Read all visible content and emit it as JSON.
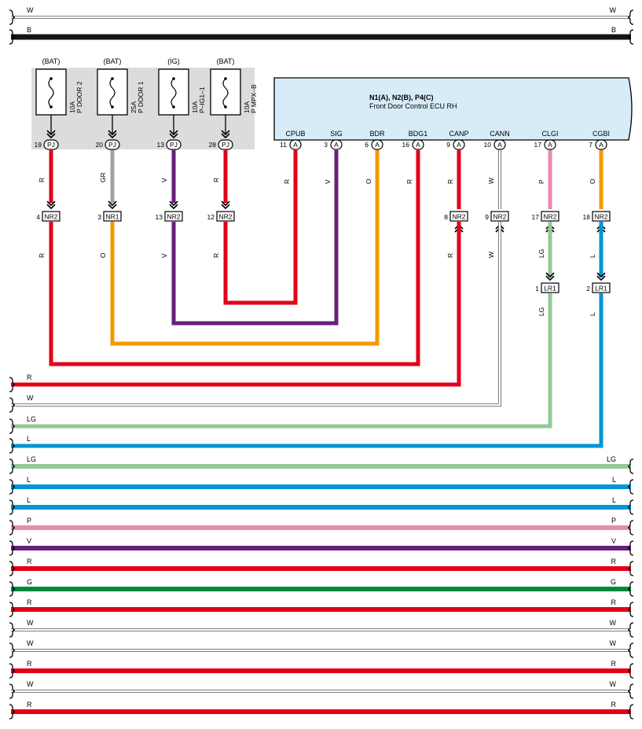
{
  "colors": {
    "R": "#e2001a",
    "GR": "#a0a0a0",
    "V": "#6a1f7a",
    "O": "#f39a00",
    "W": "#ffffff",
    "B": "#141414",
    "LG": "#94c896",
    "L": "#0096d8",
    "P": "#e88ab4",
    "G": "#00883a",
    "fuse_block_bg": "#dcdcdc",
    "ecu_bg": "#d6ecf8"
  },
  "top_bus": [
    {
      "left": "W",
      "right": "W",
      "color": "W"
    },
    {
      "left": "B",
      "right": "B",
      "color": "B"
    }
  ],
  "fuses": [
    {
      "source": "(BAT)",
      "rating": "10A",
      "name": "P DOOR 2",
      "pin": "19",
      "conn": "PJ",
      "wire": "R"
    },
    {
      "source": "(BAT)",
      "rating": "25A",
      "name": "P DOOR 1",
      "pin": "20",
      "conn": "PJ",
      "wire": "GR"
    },
    {
      "source": "(IG)",
      "rating": "10A",
      "name": "P–IG1–1",
      "pin": "13",
      "conn": "PJ",
      "wire": "V"
    },
    {
      "source": "(BAT)",
      "rating": "10A",
      "name": "P MPX–B",
      "pin": "28",
      "conn": "PJ",
      "wire": "R"
    }
  ],
  "fuse_connectors": [
    {
      "pin": "4",
      "conn": "NR2",
      "wire_below": "R"
    },
    {
      "pin": "3",
      "conn": "NR1",
      "wire_below": "O"
    },
    {
      "pin": "13",
      "conn": "NR2",
      "wire_below": "V"
    },
    {
      "pin": "12",
      "conn": "NR2",
      "wire_below": "R"
    }
  ],
  "ecu": {
    "title": "N1(A), N2(B), P4(C)",
    "subtitle": "Front Door Control ECU RH",
    "terminals": [
      {
        "name": "CPUB",
        "pin": "11",
        "conn": "A",
        "wire": "R"
      },
      {
        "name": "SIG",
        "pin": "3",
        "conn": "A",
        "wire": "V"
      },
      {
        "name": "BDR",
        "pin": "6",
        "conn": "A",
        "wire": "O"
      },
      {
        "name": "BDG1",
        "pin": "16",
        "conn": "A",
        "wire": "R"
      },
      {
        "name": "CANP",
        "pin": "9",
        "conn": "A",
        "wire": "R"
      },
      {
        "name": "CANN",
        "pin": "10",
        "conn": "A",
        "wire": "W"
      },
      {
        "name": "CLGI",
        "pin": "17",
        "conn": "A",
        "wire": "P"
      },
      {
        "name": "CGBI",
        "pin": "7",
        "conn": "A",
        "wire": "O"
      }
    ]
  },
  "right_connectors": [
    {
      "pin": "8",
      "conn": "NR2",
      "wire_below": "R"
    },
    {
      "pin": "9",
      "conn": "NR2",
      "wire_below": "W"
    },
    {
      "pin": "17",
      "conn": "NR2",
      "wire_below": "LG"
    },
    {
      "pin": "18",
      "conn": "NR2",
      "wire_below": "L"
    }
  ],
  "lr_connectors": [
    {
      "pin": "1",
      "conn": "LR1",
      "wire_below": "LG"
    },
    {
      "pin": "2",
      "conn": "LR1",
      "wire_below": "L"
    }
  ],
  "left_exits": [
    {
      "label": "R",
      "color": "R"
    },
    {
      "label": "W",
      "color": "W"
    },
    {
      "label": "LG",
      "color": "LG"
    },
    {
      "label": "L",
      "color": "L"
    }
  ],
  "bottom_bus": [
    {
      "left": "LG",
      "right": "LG",
      "color": "LG"
    },
    {
      "left": "L",
      "right": "L",
      "color": "L"
    },
    {
      "left": "L",
      "right": "L",
      "color": "L"
    },
    {
      "left": "P",
      "right": "P",
      "color": "P"
    },
    {
      "left": "V",
      "right": "V",
      "color": "V"
    },
    {
      "left": "R",
      "right": "R",
      "color": "R"
    },
    {
      "left": "G",
      "right": "G",
      "color": "G"
    },
    {
      "left": "R",
      "right": "R",
      "color": "R"
    },
    {
      "left": "W",
      "right": "W",
      "color": "W"
    },
    {
      "left": "W",
      "right": "W",
      "color": "W"
    },
    {
      "left": "R",
      "right": "R",
      "color": "R"
    },
    {
      "left": "W",
      "right": "W",
      "color": "W"
    },
    {
      "left": "R",
      "right": "R",
      "color": "R"
    }
  ]
}
